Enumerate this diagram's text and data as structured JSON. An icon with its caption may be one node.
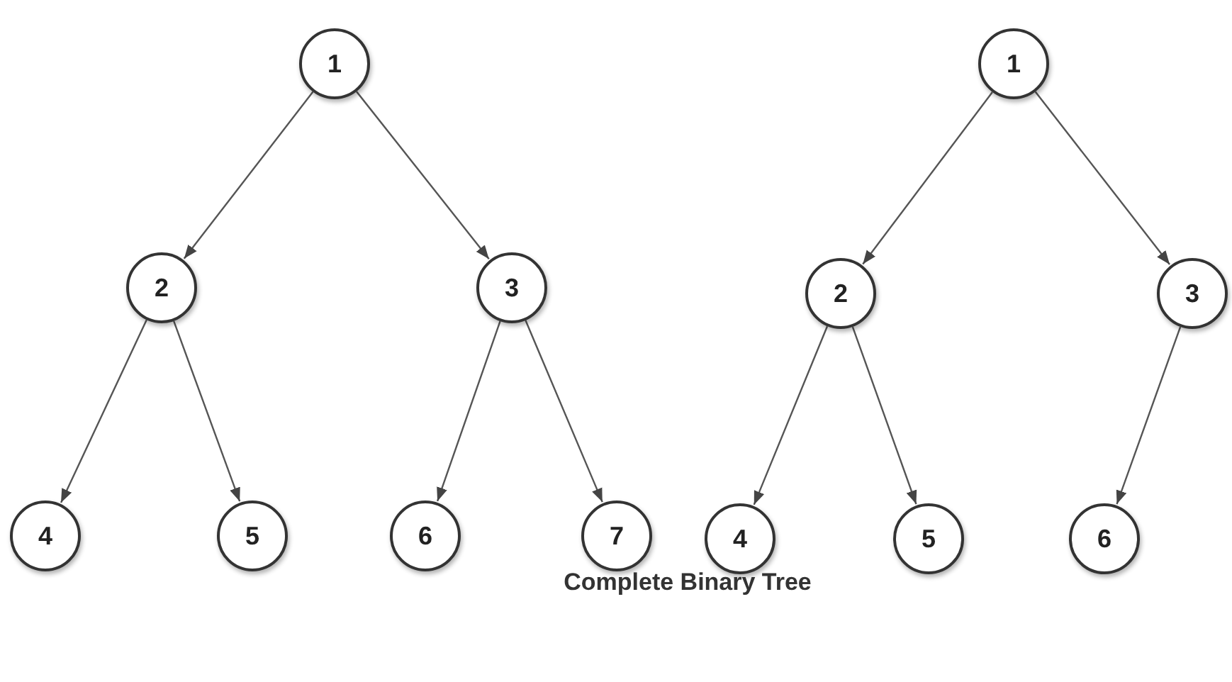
{
  "diagram": {
    "caption": "Complete Binary Tree",
    "nodes": [
      {
        "text": [
          "1"
        ]
      },
      {
        "text": [
          "2"
        ]
      },
      {
        "text": [
          "3"
        ]
      },
      {
        "text": [
          "4"
        ]
      },
      {
        "text": [
          "5"
        ]
      },
      {
        "text": [
          "6"
        ]
      },
      {
        "text": [
          "7"
        ]
      },
      {
        "text": [
          "1"
        ]
      },
      {
        "text": [
          "2"
        ]
      },
      {
        "text": [
          "3"
        ]
      },
      {
        "text": [
          "4"
        ]
      },
      {
        "text": [
          "5"
        ]
      },
      {
        "text": [
          "6"
        ]
      }
    ],
    "edges": [
      {
        "from": 0,
        "to": 1,
        "arrow": "to"
      },
      {
        "from": 0,
        "to": 2,
        "arrow": "to"
      },
      {
        "from": 1,
        "to": 3,
        "arrow": "to"
      },
      {
        "from": 1,
        "to": 4,
        "arrow": "to"
      },
      {
        "from": 2,
        "to": 5,
        "arrow": "to"
      },
      {
        "from": 2,
        "to": 6,
        "arrow": "to"
      },
      {
        "from": 7,
        "to": 8,
        "arrow": "to"
      },
      {
        "from": 7,
        "to": 9,
        "arrow": "to"
      },
      {
        "from": 8,
        "to": 10,
        "arrow": "to"
      },
      {
        "from": 8,
        "to": 11,
        "arrow": "to"
      },
      {
        "from": 9,
        "to": 12,
        "arrow": "to"
      }
    ]
  }
}
